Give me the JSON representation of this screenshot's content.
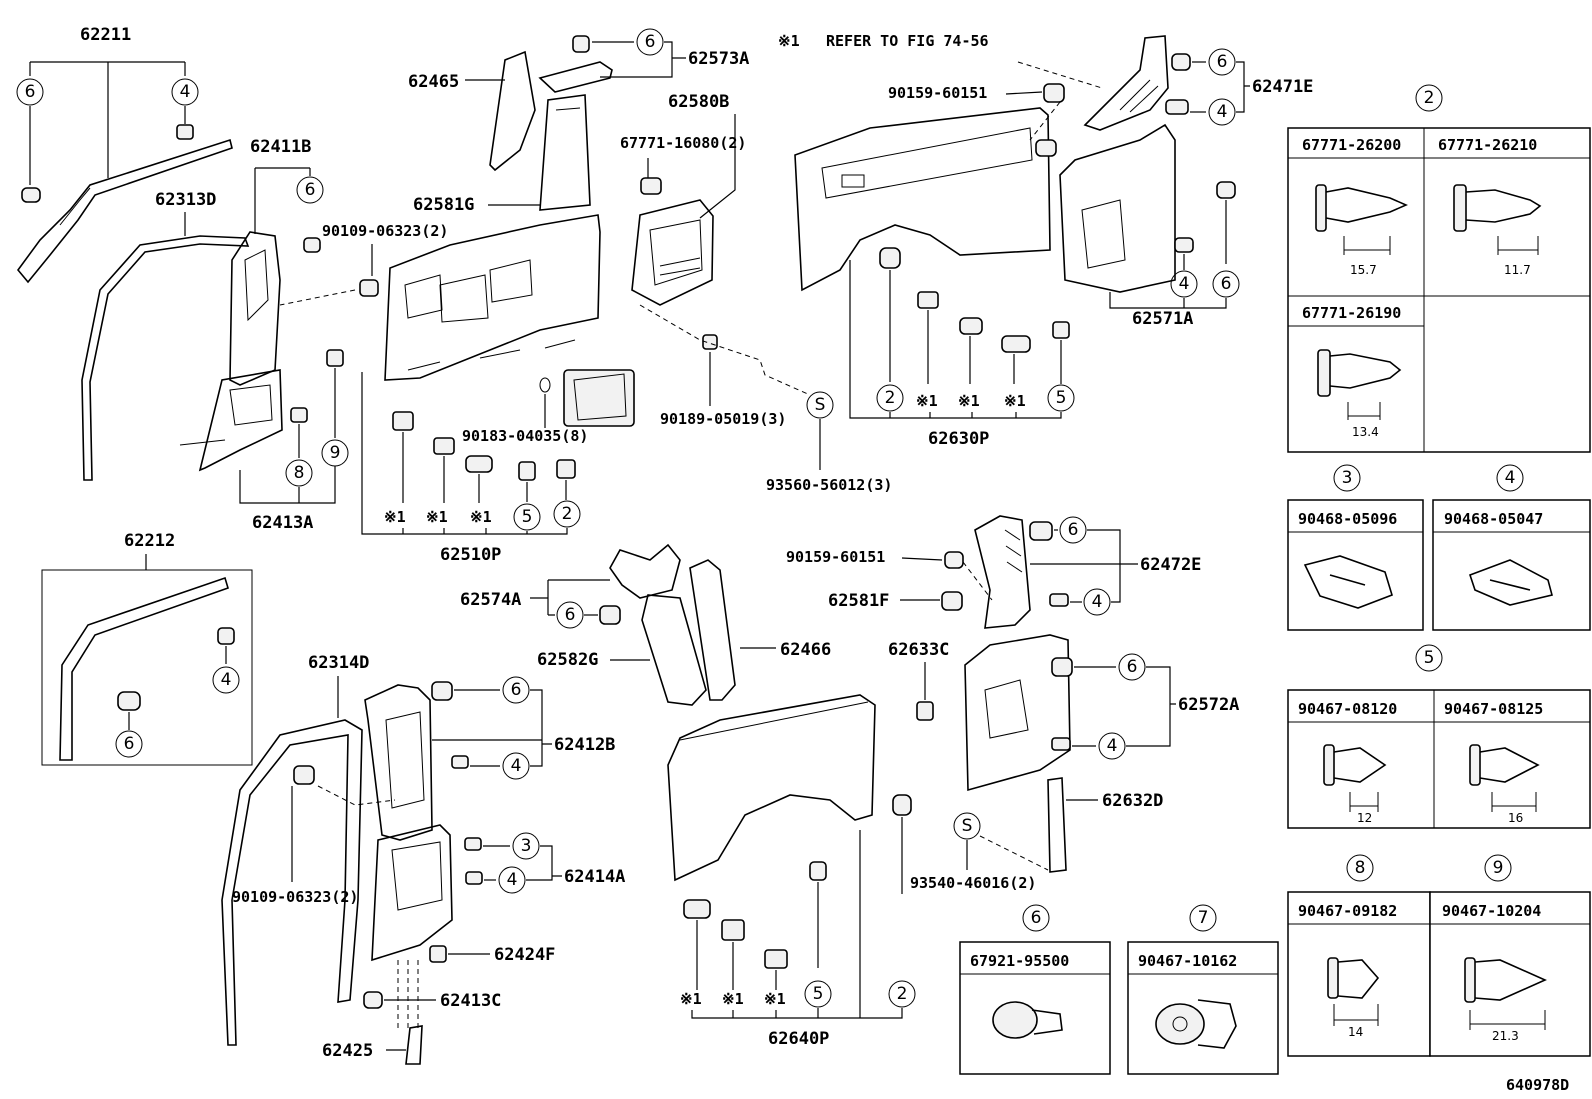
{
  "note": {
    "mark": "※1",
    "text": "REFER TO FIG 74-56"
  },
  "figure_id": "640978D",
  "labels": {
    "p62211": "62211",
    "p62313D": "62313D",
    "p62411B": "62411B",
    "p90109a": "90109-06323(2)",
    "p62413A": "62413A",
    "p62465": "62465",
    "p62573A": "62573A",
    "p62581G": "62581G",
    "p62580B": "62580B",
    "p67771_16080": "67771-16080(2)",
    "p62510P": "62510P",
    "p90183": "90183-04035(8)",
    "p90189": "90189-05019(3)",
    "p93560": "93560-56012(3)",
    "p90159a": "90159-60151",
    "p62471E": "62471E",
    "p62630P": "62630P",
    "p62571A": "62571A",
    "p62212": "62212",
    "p62314D": "62314D",
    "p62412B": "62412B",
    "p62414A": "62414A",
    "p62424F": "62424F",
    "p62413C": "62413C",
    "p62425": "62425",
    "p90109b": "90109-06323(2)",
    "p62574A": "62574A",
    "p62582G": "62582G",
    "p62466": "62466",
    "p62640P": "62640P",
    "p90159b": "90159-60151",
    "p62581F": "62581F",
    "p62633C": "62633C",
    "p62472E": "62472E",
    "p62572A": "62572A",
    "p62632D": "62632D",
    "p93540": "93540-46016(2)"
  },
  "callouts": {
    "c2": "2",
    "c3": "3",
    "c4": "4",
    "c5": "5",
    "c6": "6",
    "c7": "7",
    "c8": "8",
    "c9": "9",
    "cS": "S"
  },
  "legend": {
    "g2": {
      "num": "2",
      "parts": [
        {
          "pn": "67771-26200",
          "dim": "15.7"
        },
        {
          "pn": "67771-26210",
          "dim": "11.7"
        },
        {
          "pn": "67771-26190",
          "dim": "13.4"
        }
      ]
    },
    "g3": {
      "num": "3",
      "parts": [
        {
          "pn": "90468-05096"
        }
      ]
    },
    "g4": {
      "num": "4",
      "parts": [
        {
          "pn": "90468-05047"
        }
      ]
    },
    "g5": {
      "num": "5",
      "parts": [
        {
          "pn": "90467-08120",
          "dim": "12"
        },
        {
          "pn": "90467-08125",
          "dim": "16"
        }
      ]
    },
    "g6": {
      "num": "6",
      "parts": [
        {
          "pn": "67921-95500"
        }
      ]
    },
    "g7": {
      "num": "7",
      "parts": [
        {
          "pn": "90467-10162"
        }
      ]
    },
    "g8": {
      "num": "8",
      "parts": [
        {
          "pn": "90467-09182",
          "dim": "14"
        }
      ]
    },
    "g9": {
      "num": "9",
      "parts": [
        {
          "pn": "90467-10204",
          "dim": "21.3"
        }
      ]
    }
  },
  "ref_marks": {
    "star": "※1"
  }
}
